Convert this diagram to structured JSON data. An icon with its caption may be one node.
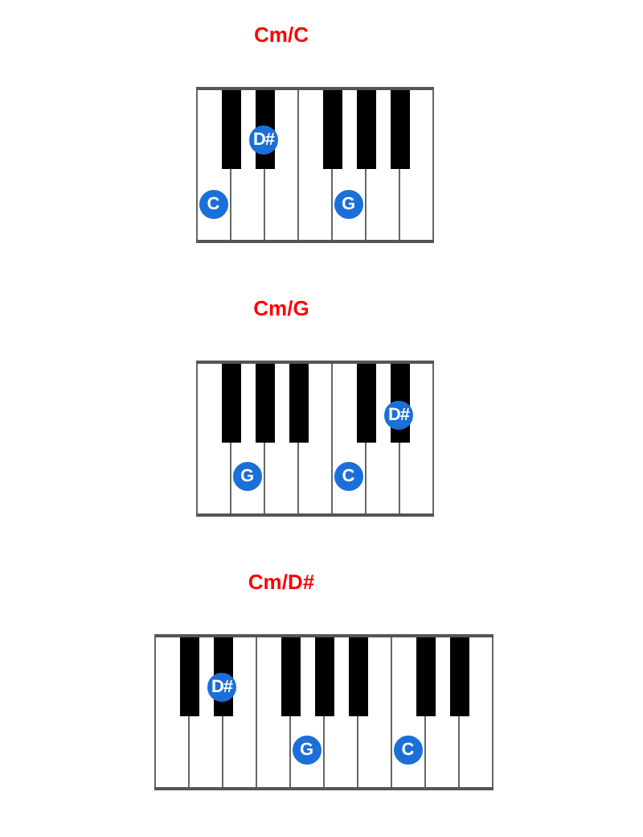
{
  "diagram": {
    "nodes": [
      {
        "text": [
          "Cm/C"
        ]
      },
      {
        "text": [
          "C"
        ],
        "in": 0
      },
      {
        "text": [
          "D#"
        ],
        "in": 0
      },
      {
        "text": [
          "G"
        ],
        "in": 0
      },
      {
        "text": [
          "Cm/G"
        ]
      },
      {
        "text": [
          "G"
        ],
        "in": 4
      },
      {
        "text": [
          "C"
        ],
        "in": 4
      },
      {
        "text": [
          "D#"
        ],
        "in": 4
      },
      {
        "text": [
          "Cm/D#"
        ]
      },
      {
        "text": [
          "D#"
        ],
        "in": 8
      },
      {
        "text": [
          "G"
        ],
        "in": 8
      },
      {
        "text": [
          "C"
        ],
        "in": 8
      }
    ]
  }
}
